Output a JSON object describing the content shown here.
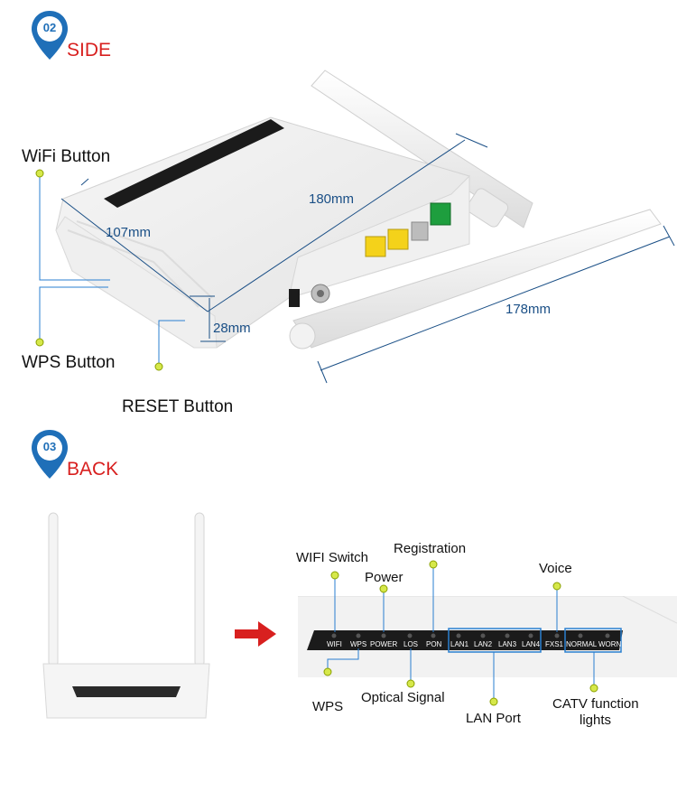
{
  "side_section": {
    "number": "02",
    "title": "SIDE",
    "callouts": {
      "wifi_button": "WiFi Button",
      "wps_button": "WPS Button",
      "reset_button": "RESET Button"
    },
    "dimensions": {
      "depth": "107mm",
      "length": "180mm",
      "height": "28mm",
      "antenna": "178mm"
    }
  },
  "back_section": {
    "number": "03",
    "title": "BACK",
    "panel_leds": [
      "WIFI",
      "WPS",
      "POWER",
      "LOS",
      "PON",
      "LAN1",
      "LAN2",
      "LAN3",
      "LAN4",
      "FXS1",
      "NORMAL",
      "WORN"
    ],
    "callouts": {
      "wifi_switch": "WIFI Switch",
      "power": "Power",
      "registration": "Registration",
      "voice": "Voice",
      "wps": "WPS",
      "optical_signal": "Optical Signal",
      "lan_port": "LAN Port",
      "catv_line1": "CATV function",
      "catv_line2": "lights"
    }
  },
  "colors": {
    "accent_red": "#d8201f",
    "pin_blue": "#1f6fb8",
    "dimension_blue": "#1a4f86",
    "leader_blue": "#2a7fd0",
    "dot_yellow": "#d6e84a",
    "port_yellow": "#f4d21a",
    "port_green": "#1e9e3e",
    "arrow_red": "#d8201f"
  }
}
